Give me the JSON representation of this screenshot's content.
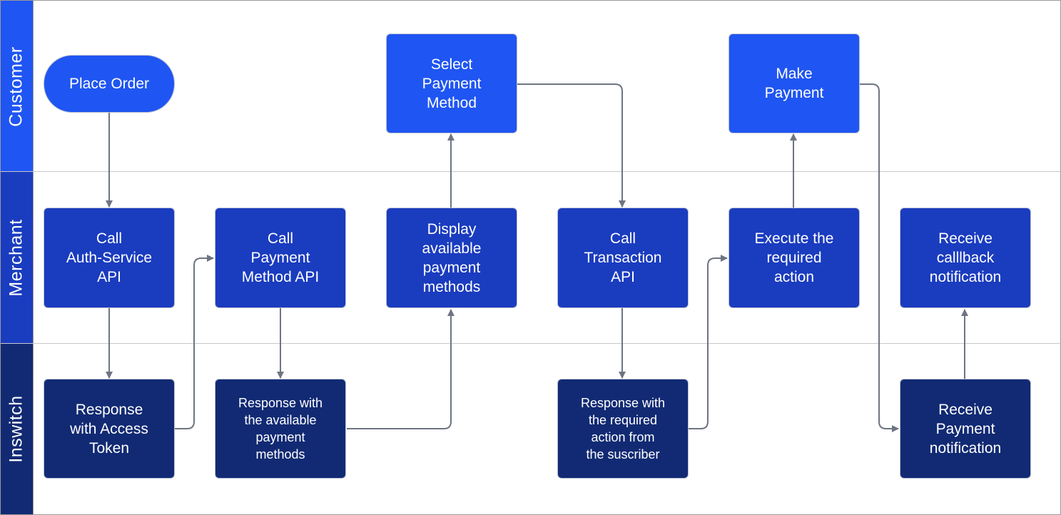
{
  "lanes": {
    "customer": "Customer",
    "merchant": "Merchant",
    "inswitch": "Inswitch"
  },
  "colors": {
    "customer_lane": "#1f55f2",
    "merchant_lane": "#1a3cbf",
    "inswitch_lane": "#112a73",
    "arrow": "#6e7581"
  },
  "nodes": {
    "place_order": "Place Order",
    "select_payment_method": "Select\nPayment\nMethod",
    "make_payment": "Make\nPayment",
    "call_auth_service_api": "Call\nAuth-Service\nAPI",
    "call_payment_method_api": "Call\nPayment\nMethod API",
    "display_available_payment_methods": "Display\navailable\npayment\nmethods",
    "call_transaction_api": "Call\nTransaction\nAPI",
    "execute_required_action": "Execute the\nrequired\naction",
    "receive_callback_notification": "Receive\ncalllback\nnotification",
    "response_access_token": "Response\nwith Access\nToken",
    "response_available_methods": "Response with\nthe available\npayment\nmethods",
    "response_required_action": "Response with\nthe required\naction from\nthe suscriber",
    "receive_payment_notification": "Receive\nPayment\nnotification"
  }
}
